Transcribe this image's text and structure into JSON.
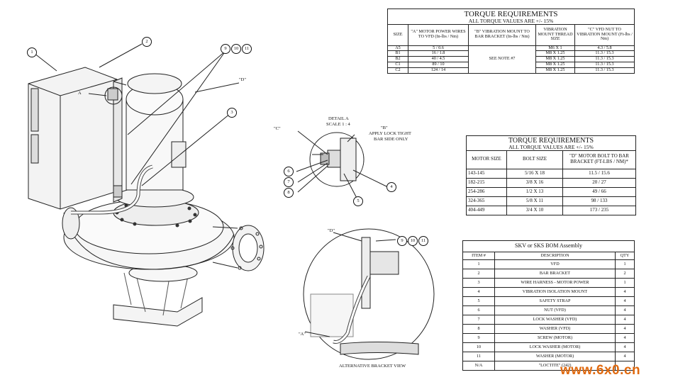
{
  "drawing": {
    "callouts": [
      "1",
      "2",
      "3",
      "9",
      "10",
      "11",
      "\"D\"",
      "A"
    ],
    "detail_title": "DETAIL A",
    "detail_scale": "SCALE 1 : 4",
    "detail_c": "\"C\"",
    "detail_b": "\"B\"",
    "detail_note_1": "APPLY LOCK TIGHT",
    "detail_note_2": "BAR SIDE ONLY",
    "detail_balloons": [
      "6",
      "7",
      "8",
      "4",
      "5"
    ],
    "alt_d": "\"D\"",
    "alt_a": "\"A\"",
    "alt_balloons": [
      "9",
      "10",
      "11"
    ],
    "alt_caption": "ALTERNATIVE BRACKET VIEW"
  },
  "torque1": {
    "title": "TORQUE REQUIREMENTS",
    "subtitle": "ALL TORQUE VALUES ARE +/- 15%",
    "headers": [
      "SIZE",
      "\"A\" MOTOR POWER WIRES TO VFD (In-lbs / Nm)",
      "\"B\" VIBRATION MOUNT TO BAR BRACKET (In-lbs / Nm)",
      "VIBRATION MOUNT THREAD SIZE",
      "\"C\" VFD NUT TO VIBRATION MOUNT (Ft-lbs / Nm)"
    ],
    "rows": [
      [
        "A5",
        "5 / 0.6",
        "",
        "M6 X 1",
        "4.3 / 5.8"
      ],
      [
        "B1",
        "16 / 1.8",
        "",
        "M8 X 1.25",
        "11.3 / 15.3"
      ],
      [
        "B2",
        "40 / 4.5",
        "SEE NOTE #7",
        "M8 X 1.25",
        "11.3 / 15.3"
      ],
      [
        "C1",
        "89 / 10",
        "",
        "M8 X 1.25",
        "11.3 / 15.3"
      ],
      [
        "C2",
        "124 / 14",
        "",
        "M8 X 1.25",
        "11.3 / 15.3"
      ]
    ]
  },
  "torque2": {
    "title": "TORQUE REQUIREMENTS",
    "subtitle": "ALL TORQUE VALUES ARE +/- 15%",
    "headers": [
      "MOTOR SIZE",
      "BOLT SIZE",
      "\"D\" MOTOR BOLT TO BAR BRACKET (FT-LBS / NM)*"
    ],
    "rows": [
      [
        "143-145",
        "5/16 X 18",
        "11.5 / 15.6"
      ],
      [
        "182-215",
        "3/8 X 16",
        "20 / 27"
      ],
      [
        "254-286",
        "1/2 X 13",
        "49 / 66"
      ],
      [
        "324-365",
        "5/8 X 11",
        "98 / 133"
      ],
      [
        "404-449",
        "3/4 X 10",
        "173 / 235"
      ]
    ]
  },
  "bom": {
    "title": "SKV or SKS BOM Assembly",
    "headers": [
      "ITEM #",
      "DESCRIPTION",
      "QTY"
    ],
    "rows": [
      [
        "1",
        "VFD",
        "1"
      ],
      [
        "2",
        "BAR BRACKET",
        "2"
      ],
      [
        "3",
        "WIRE HARNESS - MOTOR POWER",
        "1"
      ],
      [
        "4",
        "VIBRATION ISOLATION MOUNT",
        "4"
      ],
      [
        "5",
        "SAFETY STRAP",
        "4"
      ],
      [
        "6",
        "NUT (VFD)",
        "4"
      ],
      [
        "7",
        "LOCK WASHER (VFD)",
        "4"
      ],
      [
        "8",
        "WASHER (VFD)",
        "4"
      ],
      [
        "9",
        "SCREW (MOTOR)",
        "4"
      ],
      [
        "10",
        "LOCK WASHER (MOTOR)",
        "4"
      ],
      [
        "11",
        "WASHER (MOTOR)",
        "4"
      ],
      [
        "N/A",
        "\"LOCTITE\" (242)",
        ""
      ]
    ]
  },
  "watermark": {
    "text": "www.6x0.cn",
    "color": "#e06a10"
  }
}
